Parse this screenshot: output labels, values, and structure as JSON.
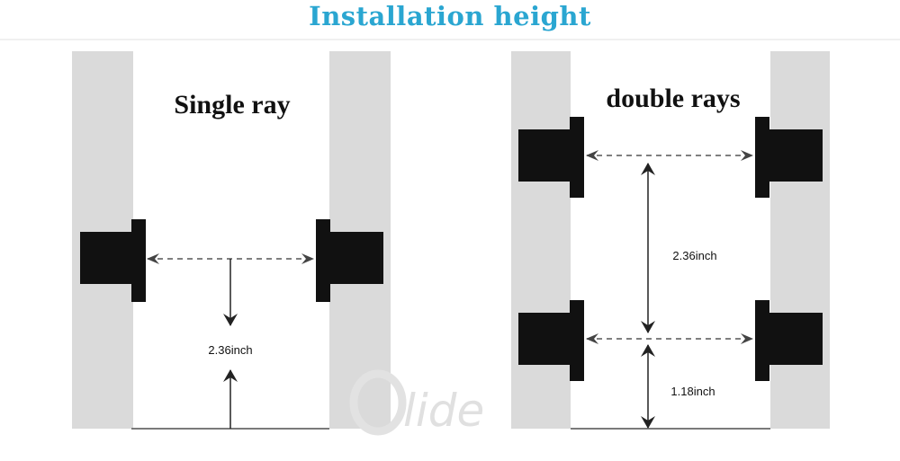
{
  "header": {
    "title": "Installation height"
  },
  "panels": {
    "single": {
      "label": "Single ray",
      "dimension": "2.36inch"
    },
    "double": {
      "label": "double rays",
      "dimension_upper": "2.36inch",
      "dimension_lower": "1.18inch"
    }
  },
  "watermark": {
    "text": "lide"
  },
  "colors": {
    "title": "#2aa6d1",
    "wall": "#dadada",
    "sensor": "#111111",
    "dimension_line": "#555555"
  }
}
